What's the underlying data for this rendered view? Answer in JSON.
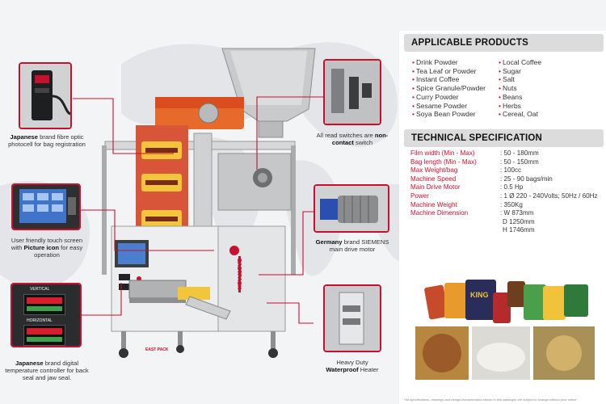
{
  "callouts": {
    "photocell": {
      "bold": "Japanese",
      "text": "brand fibre optic photocell for bag registration"
    },
    "touchscreen": {
      "pre": "User friendly touch screen with",
      "bold": "Picture icon",
      "post": "for easy operation"
    },
    "controller": {
      "bold": "Japanese",
      "text": "brand digital temperature controller for back seal and jaw seal."
    },
    "reed": {
      "pre": "All read switches are",
      "bold": "non-contact",
      "post": "switch"
    },
    "motor": {
      "bold": "Germany",
      "text": "brand SIEMENS main drive motor"
    },
    "heater": {
      "pre": "Heavy Duty",
      "bold": "Waterproof",
      "post": "Heater"
    }
  },
  "controller_panel": {
    "vertical": "VERTICAL",
    "horizontal": "HORIZONTAL"
  },
  "machine": {
    "brand": "EASTPACK",
    "logo_text": "EAST PACK"
  },
  "applicable_products": {
    "title": "APPLICABLE PRODUCTS",
    "col1": [
      "Drink Powder",
      "Tea Leaf or Powder",
      "Instant Coffee",
      "Spice Granule/Powder",
      "Curry Powder",
      "Sesame Powder",
      "Soya Bean Powder"
    ],
    "col2": [
      "Local Coffee",
      "Sugar",
      "Salt",
      "Nuts",
      "Beans",
      "Herbs",
      "Cereal, Oat"
    ]
  },
  "technical_specification": {
    "title": "TECHNICAL SPECIFICATION",
    "rows": [
      {
        "label": "Film width (Min - Max)",
        "value": ": 50 - 180mm"
      },
      {
        "label": "Bag length (Min - Max)",
        "value": ": 50 - 150mm"
      },
      {
        "label": "Max Weight/bag",
        "value": ": 100cc"
      },
      {
        "label": "Machine Speed",
        "value": ": 25 - 90 bags/min"
      },
      {
        "label": "Main Drive Motor",
        "value": ": 0.5 Hp"
      },
      {
        "label": "Power",
        "value": ": 1 Ø 220 - 240Volts; 50Hz / 60Hz"
      },
      {
        "label": "Machine Weight",
        "value": ": 350Kg"
      },
      {
        "label": "Machine Dimension",
        "value": ": W 873mm"
      }
    ],
    "dimension_extra": [
      "D 1250mm",
      "H 1746mm"
    ]
  },
  "packets": {
    "king": "KING"
  },
  "footer": "*All specifications, drawings and design characteristics shown in this catalogue are subject to change without prior notice",
  "colors": {
    "accent": "#c8102e",
    "title_bar": "#dcdcdc",
    "background": "#f3f4f6"
  }
}
